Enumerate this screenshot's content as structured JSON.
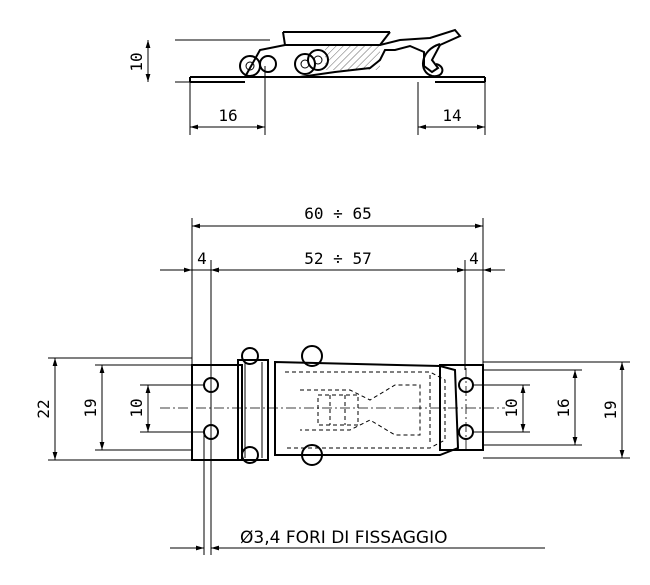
{
  "side_view": {
    "dim_height": "10",
    "dim_left": "16",
    "dim_right": "14"
  },
  "top_view": {
    "dim_overall": "60 ÷ 65",
    "dim_inner": "52 ÷ 57",
    "dim_left_offset": "4",
    "dim_right_offset": "4",
    "dim_left_outer_height": "22",
    "dim_left_height": "19",
    "dim_left_hole_spacing": "10",
    "dim_right_hole_spacing": "10",
    "dim_right_width": "16",
    "dim_right_height": "19"
  },
  "note": {
    "text": "Ø3,4  FORI DI FISSAGGIO"
  }
}
